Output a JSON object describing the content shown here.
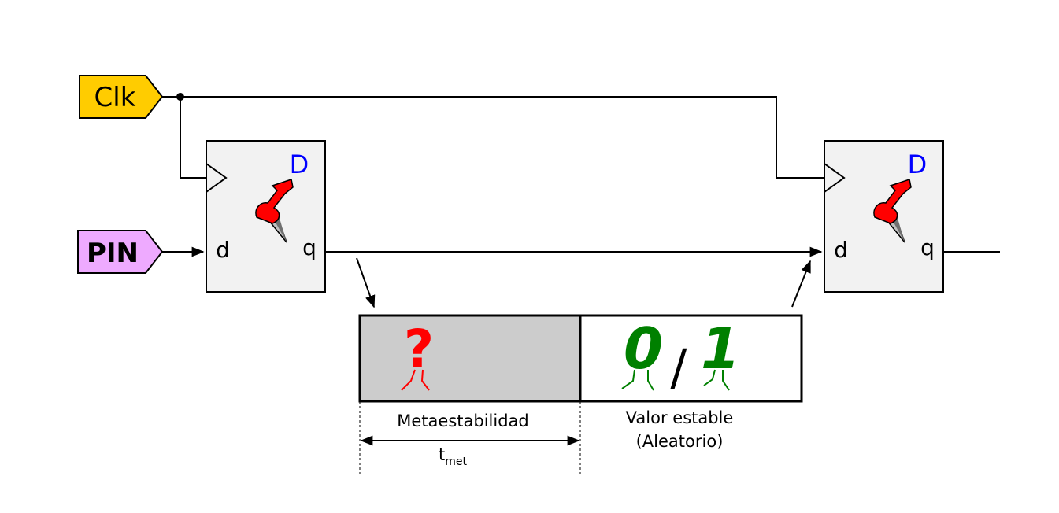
{
  "inputs": {
    "clk": {
      "label": "Clk",
      "color": "#ffcc00"
    },
    "pin": {
      "label": "PIN",
      "color": "#eeaaff"
    }
  },
  "flipflops": [
    {
      "type_label": "D",
      "input_label": "d",
      "output_label": "q",
      "type_color": "#0000ff"
    },
    {
      "type_label": "D",
      "input_label": "d",
      "output_label": "q",
      "type_color": "#0000ff"
    }
  ],
  "timeline": {
    "meta_symbol": "?",
    "meta_label": "Metaestabilidad",
    "meta_fill": "#cccccc",
    "meta_color": "#ff0000",
    "stable_zero": "0",
    "stable_separator": "/",
    "stable_one": "1",
    "stable_color": "#008000",
    "stable_label_line1": "Valor estable",
    "stable_label_line2": "(Aleatorio)",
    "time_symbol": "t",
    "time_subscript": "met"
  },
  "icons": [
    "pushpin-icon",
    "pushpin-icon"
  ]
}
